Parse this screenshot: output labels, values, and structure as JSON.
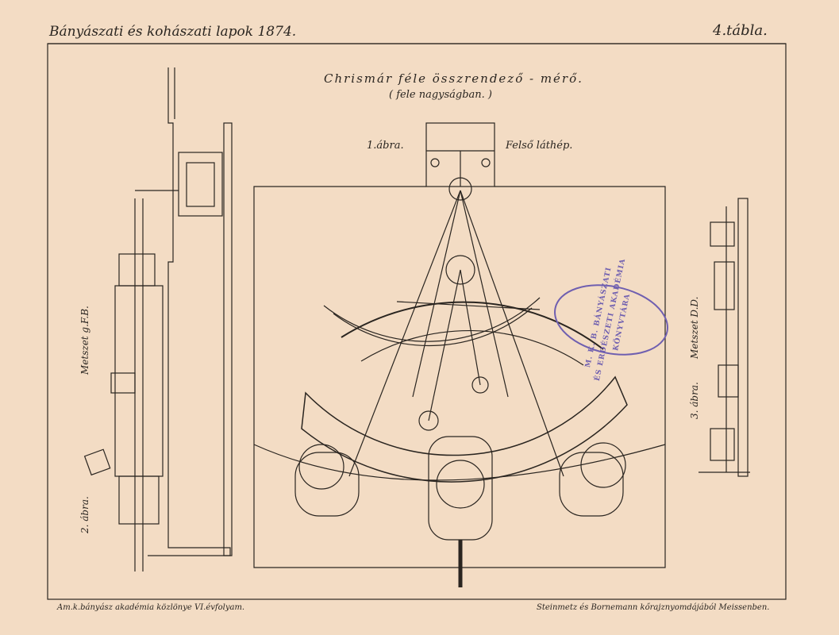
{
  "header": {
    "left": "Bányászati és kohászati lapok 1874.",
    "right": "4.tábla."
  },
  "title": "Chrismár féle összrendező - mérő.",
  "subtitle": "( fele nagyságban. )",
  "figure1": {
    "label": "1.ábra.",
    "view": "Felső láthép."
  },
  "figure2": {
    "label": "2. ábra.",
    "section": "Metszet g.F.B."
  },
  "figure3": {
    "label": "3. ábra.",
    "section": "Metszet D.D."
  },
  "stamp": {
    "line1": "M. K. B. BÁNYÁSZATI",
    "line2": "ÉS ERDÉSZETI AKADÉMIA",
    "line3": "KÖNYVTÁRA"
  },
  "footer": {
    "left": "Am.k.bányász akadémia közlönye VI.évfolyam.",
    "right": "Steinmetz és Bornemann kőrajznyomdájából Meissenben."
  },
  "colors": {
    "paper": "#f3dcc4",
    "ink": "#2a2520",
    "stamp": "#6f5fb0"
  }
}
